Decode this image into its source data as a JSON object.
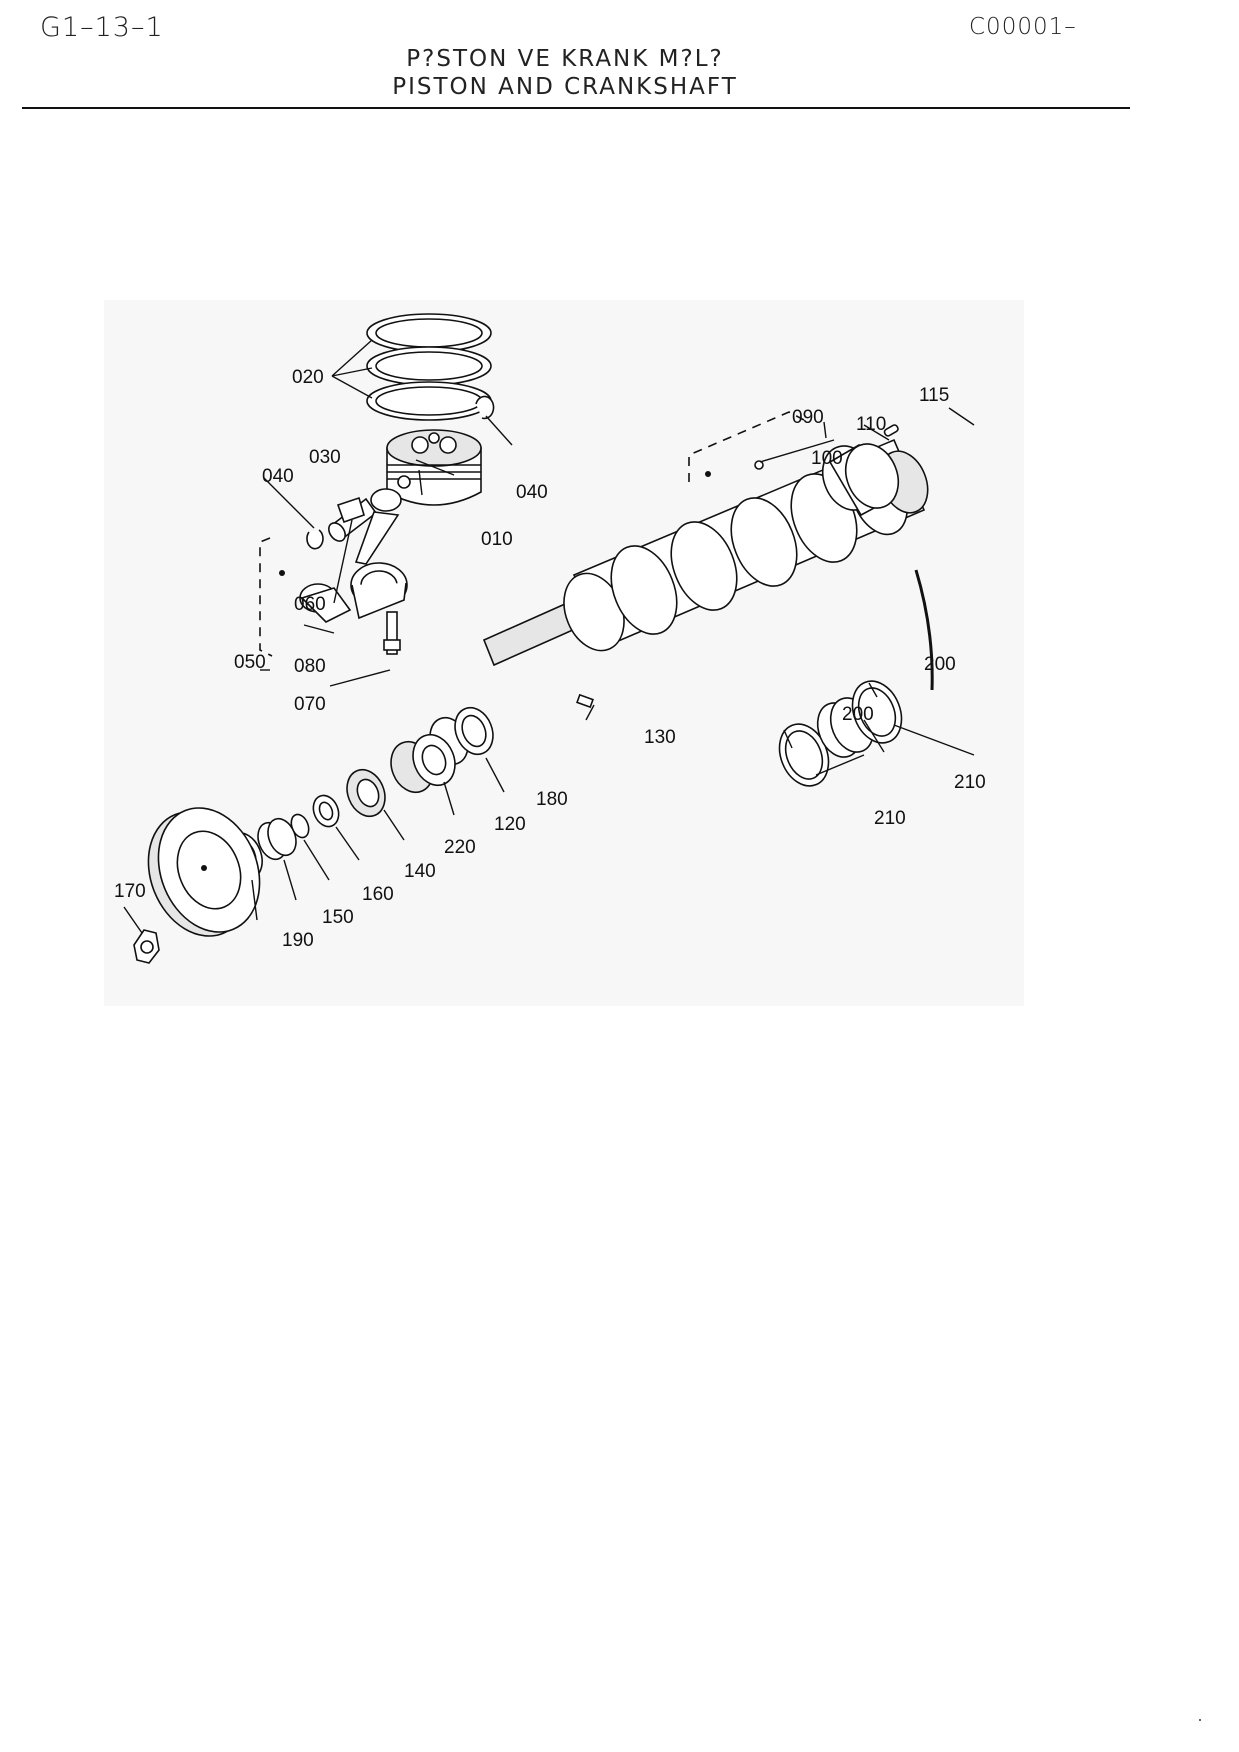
{
  "header": {
    "page_code": "G1–13–1",
    "catalog_code": "C00001–",
    "title_tr": "P?STON VE KRANK M?L?",
    "title_en": "PISTON AND CRANKSHAFT"
  },
  "diagram": {
    "callouts": {
      "c010": "010",
      "c020": "020",
      "c030": "030",
      "c040a": "040",
      "c040b": "040",
      "c050": "050",
      "c060": "060",
      "c070": "070",
      "c080": "080",
      "c090": "090",
      "c100": "100",
      "c110": "110",
      "c115": "115",
      "c120": "120",
      "c130": "130",
      "c140": "140",
      "c150": "150",
      "c160": "160",
      "c170": "170",
      "c180": "180",
      "c190": "190",
      "c200a": "200",
      "c200b": "200",
      "c210a": "210",
      "c210b": "210",
      "c220": "220"
    }
  }
}
